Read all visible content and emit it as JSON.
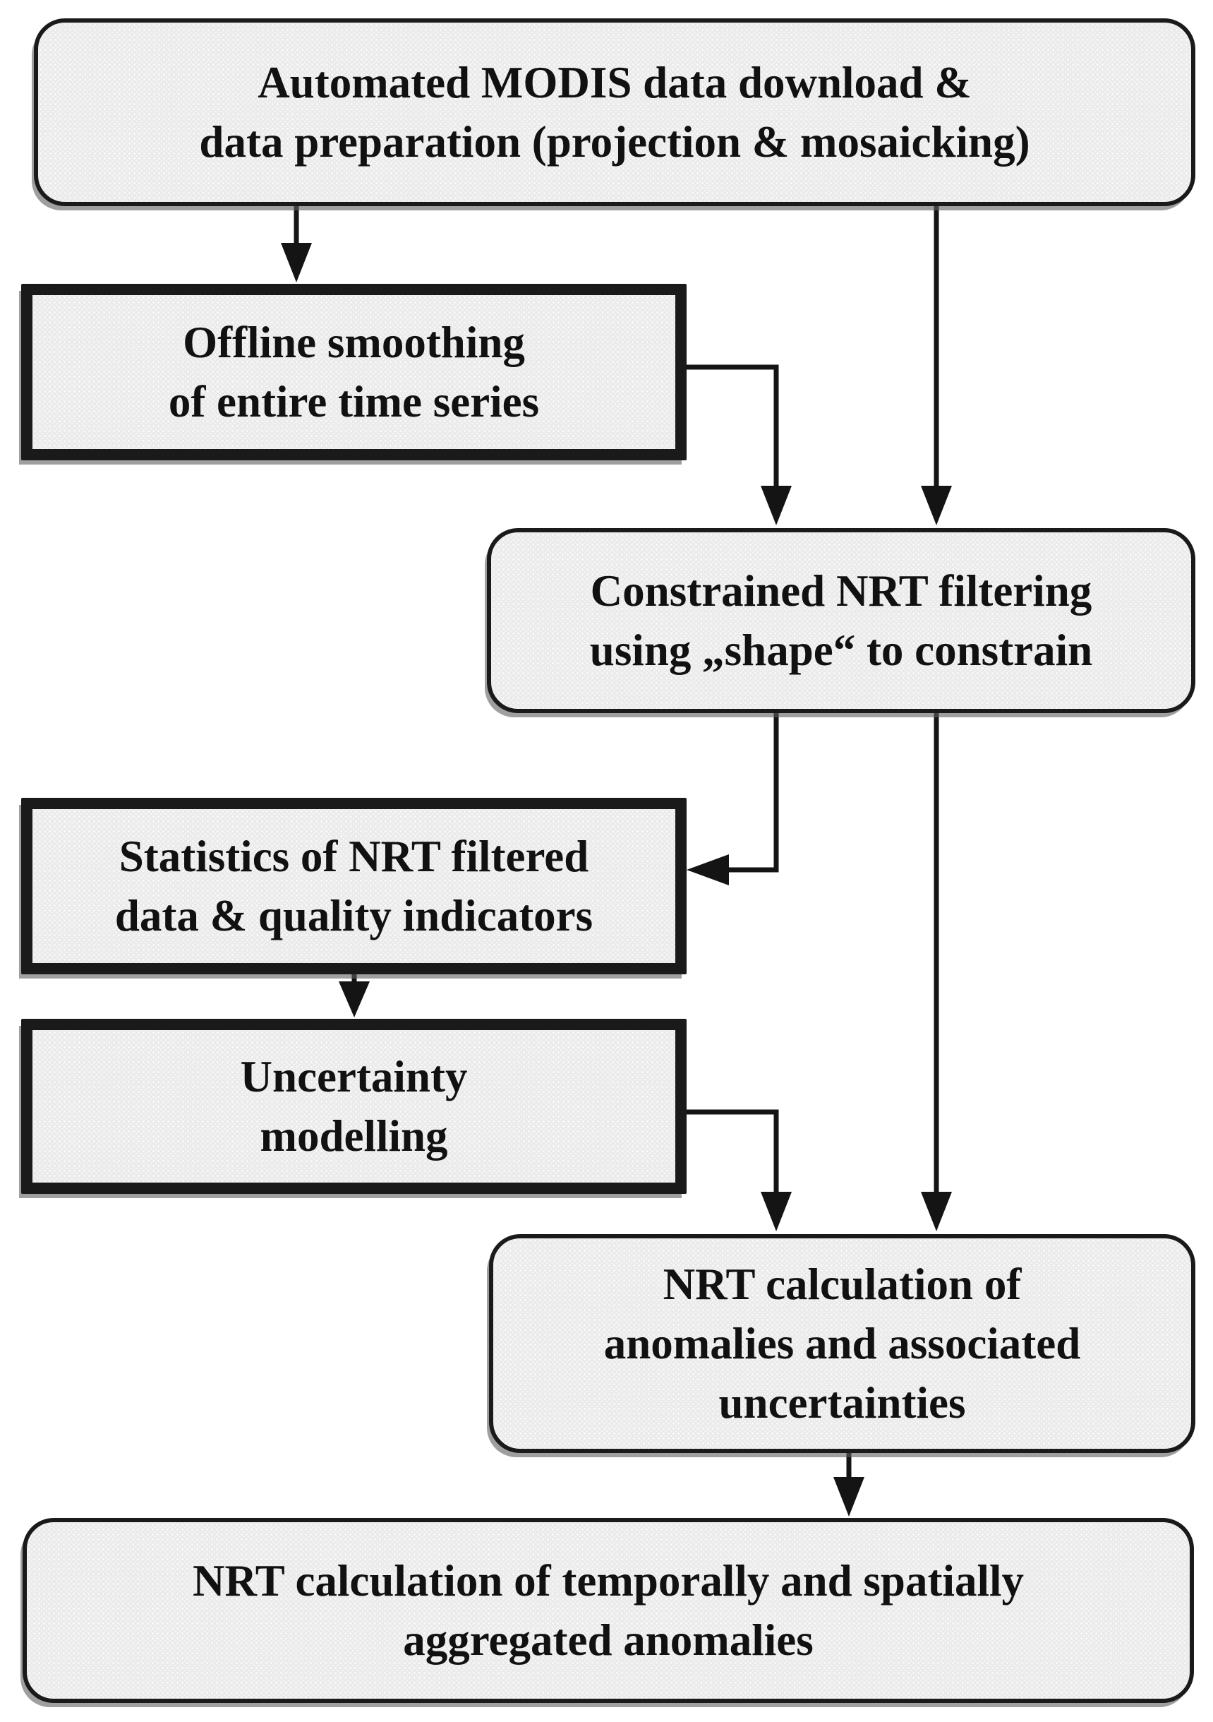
{
  "figure": {
    "type": "flowchart",
    "boxes": {
      "modis_download": {
        "shape": "rounded",
        "lines": [
          "Automated MODIS data download &",
          "data preparation (projection & mosaicking)"
        ]
      },
      "offline_smoothing": {
        "shape": "rect-thick",
        "lines": [
          "Offline smoothing",
          "of entire time series"
        ]
      },
      "constrained_filtering": {
        "shape": "rounded",
        "lines": [
          "Constrained NRT filtering",
          "using „shape“ to constrain"
        ]
      },
      "statistics": {
        "shape": "rect-thick",
        "lines": [
          "Statistics of NRT filtered",
          "data & quality indicators"
        ]
      },
      "uncertainty_modelling": {
        "shape": "rect-thick",
        "lines": [
          "Uncertainty",
          "modelling"
        ]
      },
      "nrt_anomalies": {
        "shape": "rounded",
        "lines": [
          "NRT calculation of",
          "anomalies and associated",
          "uncertainties"
        ]
      },
      "nrt_aggregated": {
        "shape": "rounded",
        "lines": [
          "NRT calculation of temporally and spatially",
          "aggregated anomalies"
        ]
      }
    },
    "connections": [
      {
        "from": "modis_download",
        "to": "offline_smoothing"
      },
      {
        "from": "modis_download",
        "to": "constrained_filtering"
      },
      {
        "from": "offline_smoothing",
        "to": "constrained_filtering"
      },
      {
        "from": "constrained_filtering",
        "to": "statistics"
      },
      {
        "from": "constrained_filtering",
        "to": "nrt_anomalies"
      },
      {
        "from": "statistics",
        "to": "uncertainty_modelling"
      },
      {
        "from": "uncertainty_modelling",
        "to": "nrt_anomalies"
      },
      {
        "from": "nrt_anomalies",
        "to": "nrt_aggregated"
      }
    ],
    "colors": {
      "box_fill": "#ebebeb",
      "box_border": "#1a1a1a",
      "connector": "#141414",
      "background": "#ffffff",
      "text": "#111111"
    }
  }
}
